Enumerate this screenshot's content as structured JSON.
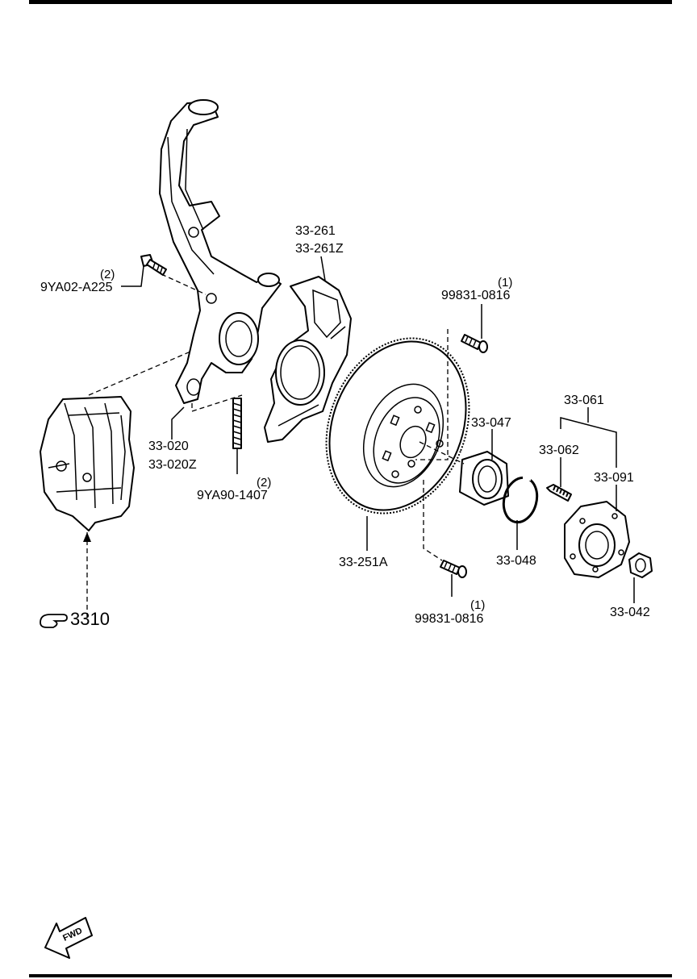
{
  "callouts": {
    "knuckle_bolt": {
      "part": "9YA02-A225",
      "qty": "(2)"
    },
    "knuckle": {
      "part": "33-020",
      "alt": "33-020Z"
    },
    "stud": {
      "part": "9YA90-1407",
      "qty": "(2)"
    },
    "dust_shield": {
      "part": "33-261",
      "alt": "33-261Z"
    },
    "screw_top": {
      "part": "99831-0816",
      "qty": "(1)"
    },
    "screw_bottom": {
      "part": "99831-0816",
      "qty": "(1)"
    },
    "disc": {
      "part": "33-251A"
    },
    "bearing": {
      "part": "33-047"
    },
    "snap_ring": {
      "part": "33-048"
    },
    "hub_assembly": {
      "part": "33-061"
    },
    "hub_bolt": {
      "part": "33-062"
    },
    "hub": {
      "part": "33-091"
    },
    "hub_nut": {
      "part": "33-042"
    },
    "caliper_ref": {
      "text": "3310"
    }
  },
  "fwd_indicator": {
    "text": "FWD"
  },
  "icons": {
    "reference": "pointing-hand-icon",
    "direction": "fwd-arrow-icon"
  }
}
